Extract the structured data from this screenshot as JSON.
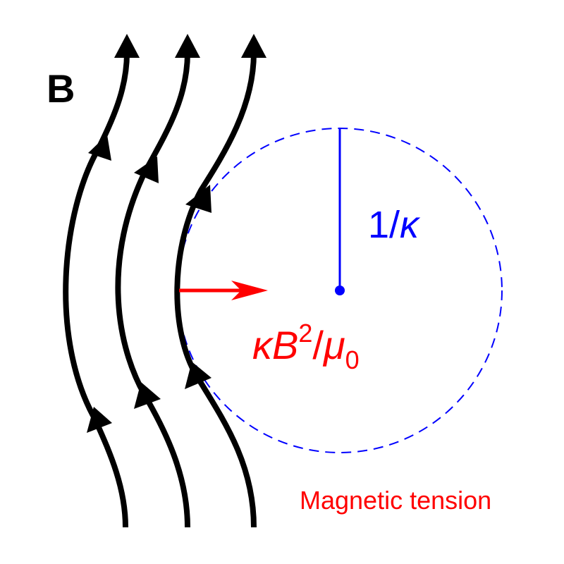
{
  "field_label": "B",
  "radius": {
    "numerator": "1/",
    "kappa": "κ"
  },
  "force": {
    "kappa": "κ",
    "B": "B",
    "exponent": "2",
    "slash": "/",
    "mu": "μ",
    "mu_subscript": "0"
  },
  "caption": "Magnetic tension",
  "colors": {
    "field_lines": "#000000",
    "curvature_circle": "#0000ff",
    "force": "#ff0000"
  }
}
